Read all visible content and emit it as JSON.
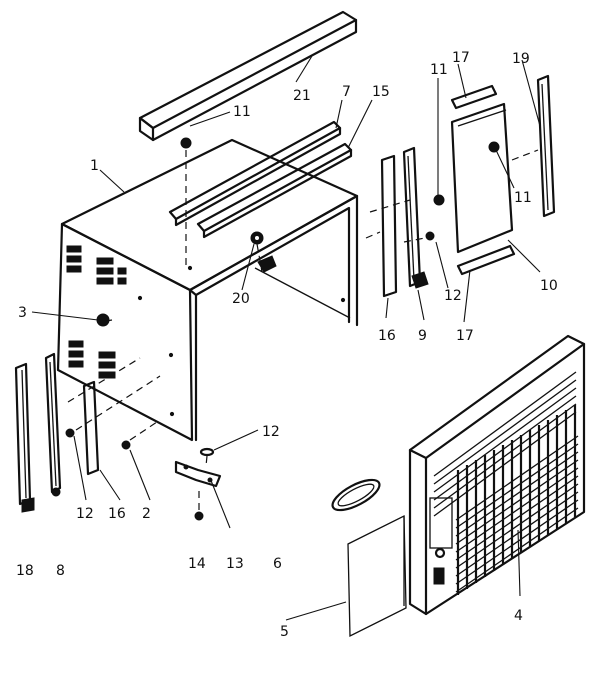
{
  "callouts": {
    "c1": "1",
    "c2": "2",
    "c3": "3",
    "c4": "4",
    "c5": "5",
    "c6": "6",
    "c7": "7",
    "c8": "8",
    "c9": "9",
    "c10": "10",
    "c11a": "11",
    "c11b": "11",
    "c11c": "11",
    "c12a": "12",
    "c12b": "12",
    "c12c": "12",
    "c13": "13",
    "c14": "14",
    "c15": "15",
    "c16a": "16",
    "c16b": "16",
    "c17a": "17",
    "c17b": "17",
    "c18": "18",
    "c19": "19",
    "c20": "20",
    "c21": "21"
  },
  "colors": {
    "ink": "#111111",
    "paper": "#ffffff"
  }
}
